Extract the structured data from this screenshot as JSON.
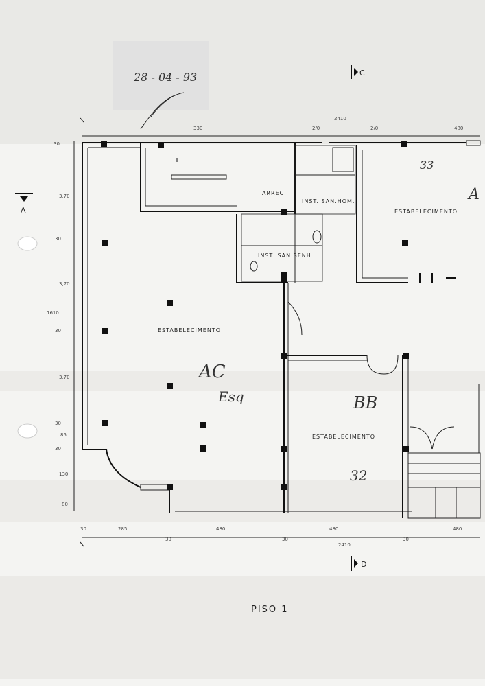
{
  "stamp": {
    "date": "28 - 04 - 93"
  },
  "section_markers": {
    "c": "C",
    "a": "A",
    "d": "D"
  },
  "rooms": {
    "arrec": "ARREC",
    "inst_san_hom": "INST. SAN.HOM.",
    "inst_san_sen": "INST. SAN.SENH.",
    "estab_main": "ESTABELECIMENTO",
    "estab_right_top": "ESTABELECIMENTO",
    "estab_center": "ESTABELECIMENTO"
  },
  "handwritten": {
    "ac": "AC",
    "ac_sub": "Esq",
    "bb": "BB",
    "n32": "32",
    "n33": "33",
    "right_a": "A"
  },
  "dimensions": {
    "top_total": "2410",
    "top_1": "330",
    "top_2": "2/0",
    "top_3": "2/0",
    "top_4": "480",
    "left_1": "30",
    "left_2": "3,70",
    "left_3": "30",
    "left_4": "3,70",
    "left_total": "1610",
    "left_5": "30",
    "left_6": "3,70",
    "left_7": "30",
    "left_8": "85",
    "left_9": "30",
    "left_10": "130",
    "left_11": "80",
    "bot_1": "30",
    "bot_2": "285",
    "bot_3": "30",
    "bot_4": "480",
    "bot_5": "30",
    "bot_6": "480",
    "bot_7": "30",
    "bot_8": "480",
    "bot_total": "2410"
  },
  "title": "PISO  1"
}
